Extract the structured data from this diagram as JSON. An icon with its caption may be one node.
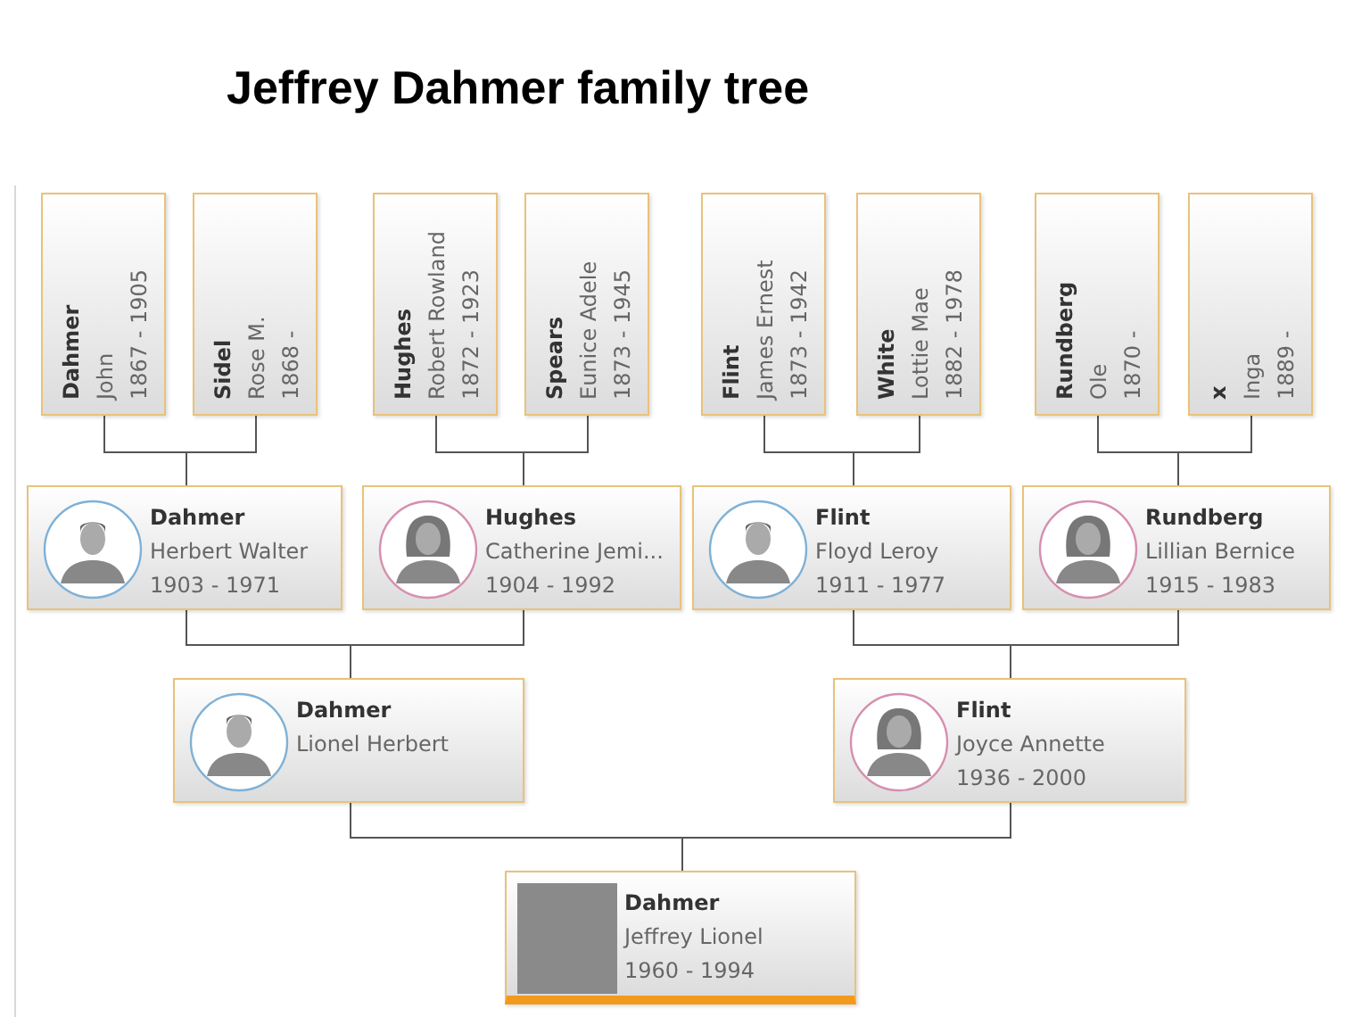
{
  "diagram": {
    "title": "Jeffrey Dahmer family tree",
    "nodes": [
      {
        "text": [
          "Dahmer",
          "John",
          "1867 - 1905"
        ]
      },
      {
        "text": [
          "Sidel",
          "Rose M.",
          "1868 -"
        ]
      },
      {
        "text": [
          "Hughes",
          "Robert Rowland",
          "1872 - 1923"
        ]
      },
      {
        "text": [
          "Spears",
          "Eunice Adele",
          "1873 - 1945"
        ]
      },
      {
        "text": [
          "Flint",
          "James Ernest",
          "1873 - 1942"
        ]
      },
      {
        "text": [
          "White",
          "Lottie Mae",
          "1882 - 1978"
        ]
      },
      {
        "text": [
          "Rundberg",
          "Ole",
          "1870 -"
        ]
      },
      {
        "text": [
          "x",
          "Inga",
          "1889 -"
        ]
      },
      {
        "text": [
          "Dahmer",
          "Herbert Walter",
          "1903 - 1971"
        ]
      },
      {
        "text": [
          "Hughes",
          "Catherine Jemi...",
          "1904 - 1992"
        ]
      },
      {
        "text": [
          "Flint",
          "Floyd Leroy",
          "1911 - 1977"
        ]
      },
      {
        "text": [
          "Rundberg",
          "Lillian Bernice",
          "1915 - 1983"
        ]
      },
      {
        "text": [
          "Dahmer",
          "Lionel Herbert"
        ]
      },
      {
        "text": [
          "Flint",
          "Joyce Annette",
          "1936 - 2000"
        ]
      },
      {
        "text": [
          "Dahmer",
          "Jeffrey Lionel",
          "1960 - 1994"
        ]
      }
    ],
    "edges": [
      {
        "from": 0,
        "to": 8,
        "arrow": "none"
      },
      {
        "from": 1,
        "to": 8,
        "arrow": "none"
      },
      {
        "from": 2,
        "to": 9,
        "arrow": "none"
      },
      {
        "from": 3,
        "to": 9,
        "arrow": "none"
      },
      {
        "from": 4,
        "to": 10,
        "arrow": "none"
      },
      {
        "from": 5,
        "to": 10,
        "arrow": "none"
      },
      {
        "from": 6,
        "to": 11,
        "arrow": "none"
      },
      {
        "from": 7,
        "to": 11,
        "arrow": "none"
      },
      {
        "from": 8,
        "to": 12,
        "arrow": "none"
      },
      {
        "from": 9,
        "to": 12,
        "arrow": "none"
      },
      {
        "from": 10,
        "to": 13,
        "arrow": "none"
      },
      {
        "from": 11,
        "to": 13,
        "arrow": "none"
      },
      {
        "from": 12,
        "to": 14,
        "arrow": "none"
      },
      {
        "from": 13,
        "to": 14,
        "arrow": "none"
      }
    ]
  }
}
